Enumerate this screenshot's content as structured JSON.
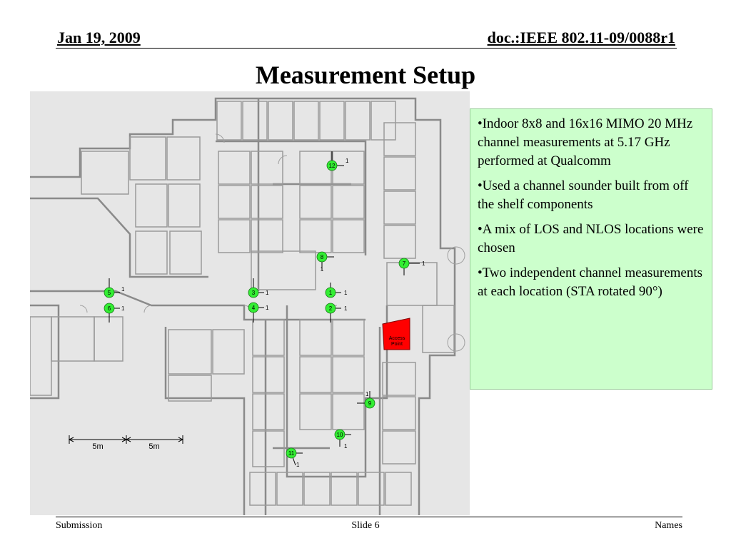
{
  "header": {
    "date": "Jan 19, 2009",
    "doc": "doc.:IEEE 802.11-09/0088r1"
  },
  "title": "Measurement Setup",
  "bullets": [
    "•Indoor 8x8 and 16x16 MIMO 20 MHz channel measurements at 5.17 GHz performed at Qualcomm",
    "•Used a channel sounder built from off the shelf components",
    "•A mix of LOS and NLOS locations were chosen",
    "•Two independent channel measurements at each location (STA rotated 90°)"
  ],
  "floorplan": {
    "access_point_label_1": "Access",
    "access_point_label_2": "Point",
    "access_point_color": "#ff0000",
    "marker_color": "#33ee33",
    "markers": [
      "1",
      "2",
      "3",
      "4",
      "5",
      "6",
      "7",
      "8",
      "9",
      "10",
      "11",
      "12"
    ],
    "orientation_label": "1",
    "scale": [
      "5m",
      "5m"
    ]
  },
  "footer": {
    "left": "Submission",
    "center": "Slide 6",
    "right": "Names"
  }
}
